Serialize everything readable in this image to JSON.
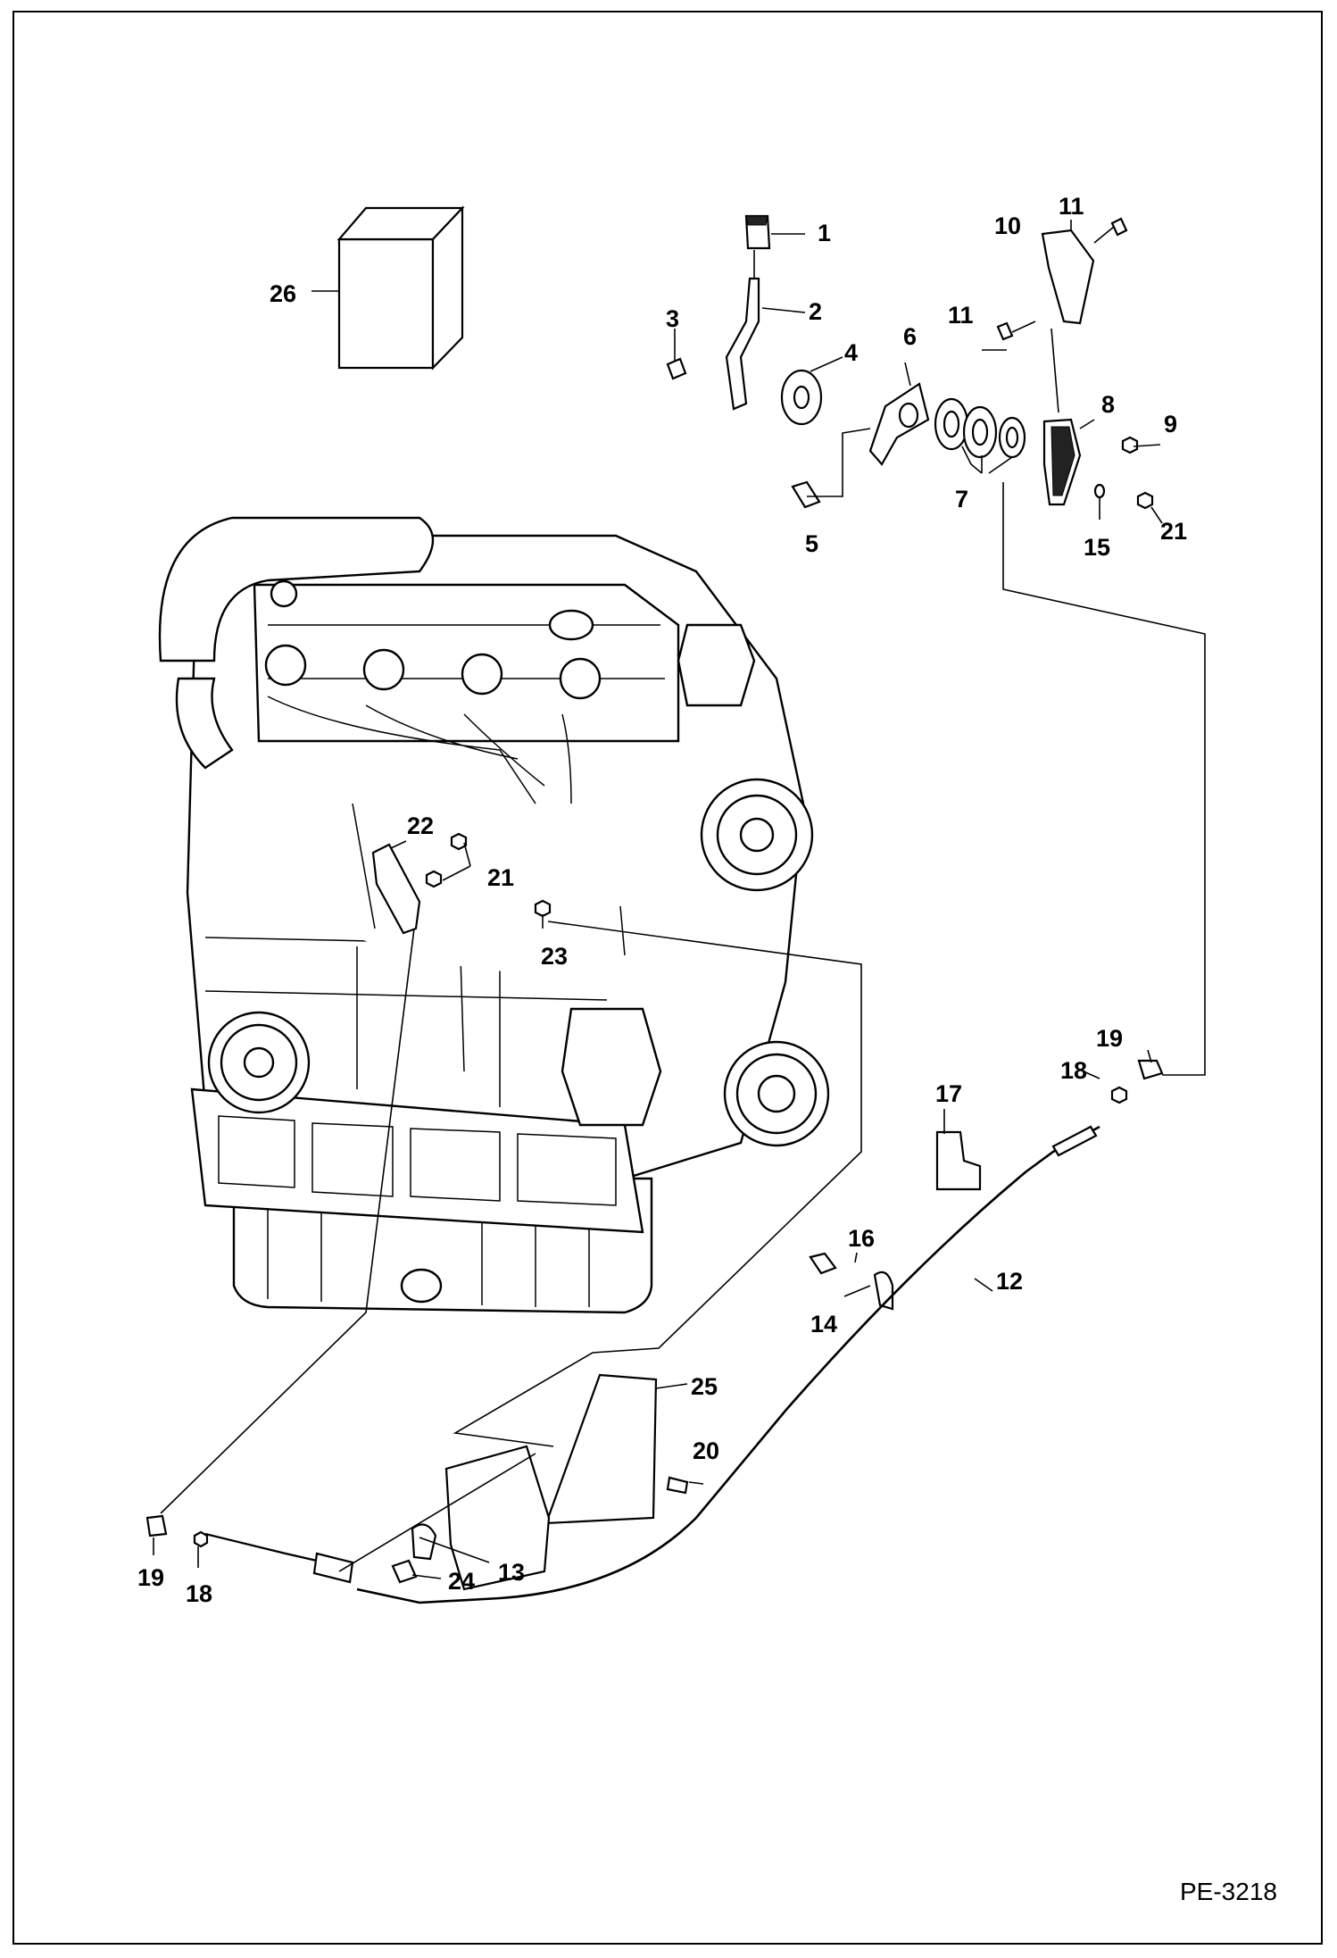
{
  "diagram": {
    "drawing_code": "PE-3218",
    "callouts": [
      "1",
      "2",
      "3",
      "4",
      "5",
      "6",
      "7",
      "8",
      "9",
      "10",
      "11",
      "11",
      "12",
      "13",
      "14",
      "15",
      "16",
      "17",
      "18",
      "18",
      "19",
      "19",
      "20",
      "21",
      "21",
      "22",
      "23",
      "24",
      "25",
      "26"
    ]
  }
}
